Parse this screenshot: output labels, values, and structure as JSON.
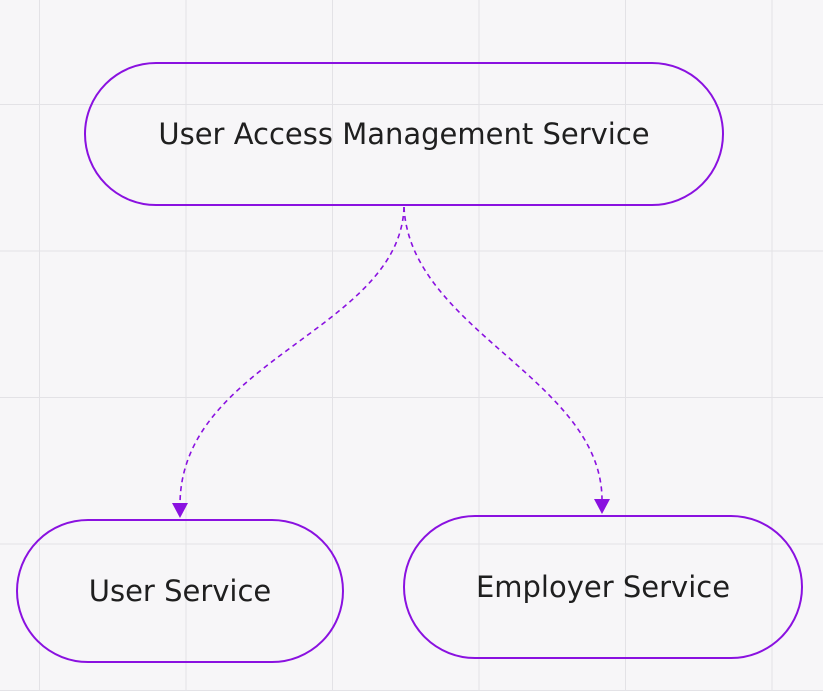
{
  "diagram": {
    "nodes": [
      {
        "id": "uams",
        "label": "User Access Management Service"
      },
      {
        "id": "user",
        "label": "User Service"
      },
      {
        "id": "employer",
        "label": "Employer Service"
      }
    ],
    "edges": [
      {
        "from": "uams",
        "to": "user",
        "style": "dashed"
      },
      {
        "from": "uams",
        "to": "employer",
        "style": "dashed"
      }
    ],
    "colors": {
      "accent": "#8a11e0",
      "text": "#1f1f1f",
      "grid": "#e3e2e6",
      "background": "#f7f6f8"
    }
  }
}
